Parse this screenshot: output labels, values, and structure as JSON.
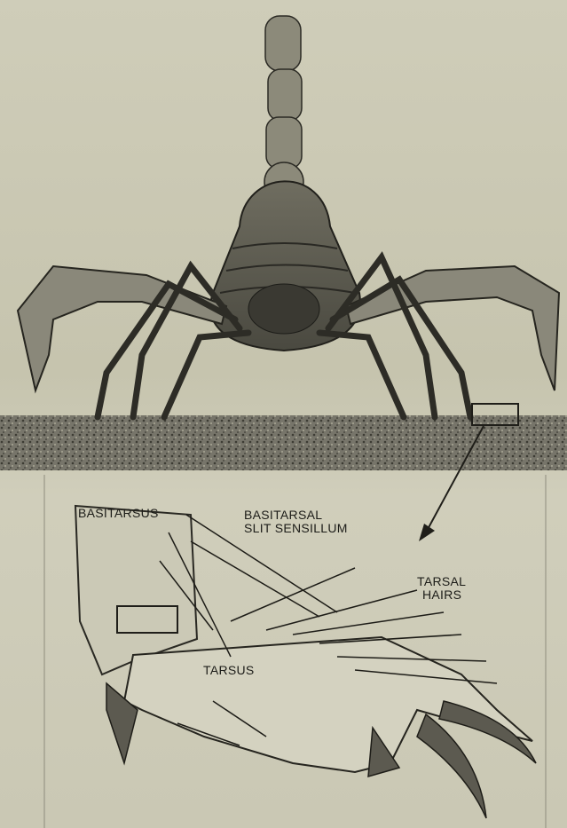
{
  "labels": {
    "basitarsus": "BASITARSUS",
    "basitarsal_line1": "BASITARSAL",
    "basitarsal_line2": "SLIT SENSILLUM",
    "tarsal_line1": "TARSAL",
    "tarsal_line2": "HAIRS",
    "tarsus": "TARSUS"
  },
  "colors": {
    "paper": "#c9c7b3",
    "ink": "#1c1c18",
    "ground": "#6e6c60"
  }
}
